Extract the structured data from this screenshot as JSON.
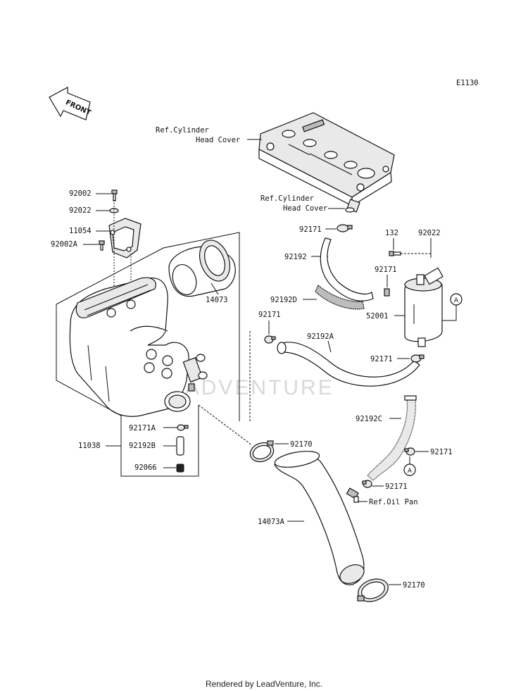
{
  "diagram_code": "E1130",
  "front_label": "FRONT",
  "watermark": "LEADVENTURE",
  "footer": "Rendered by LeadVenture, Inc.",
  "callout_letter": "A",
  "labels": {
    "ref_cyl_head_1_a": "Ref.Cylinder",
    "ref_cyl_head_1_b": "Head Cover",
    "ref_cyl_head_2_a": "Ref.Cylinder",
    "ref_cyl_head_2_b": "Head Cover",
    "p92002": "92002",
    "p92022_left": "92022",
    "p11054": "11054",
    "p92002A": "92002A",
    "p14073": "14073",
    "p92171_top": "92171",
    "p92192": "92192",
    "p132": "132",
    "p92022_right": "92022",
    "p92171_mid": "92171",
    "p92192D": "92192D",
    "p52001": "52001",
    "p92171_left": "92171",
    "p92192A": "92192A",
    "p92171_can": "92171",
    "p92192C": "92192C",
    "p92171_right": "92171",
    "p92171_pan": "92171",
    "ref_oil_pan": "Ref.Oil Pan",
    "p92171A": "92171A",
    "p92192B": "92192B",
    "p92066": "92066",
    "p11038": "11038",
    "p92170_top": "92170",
    "p14073A": "14073A",
    "p92170_bottom": "92170"
  }
}
